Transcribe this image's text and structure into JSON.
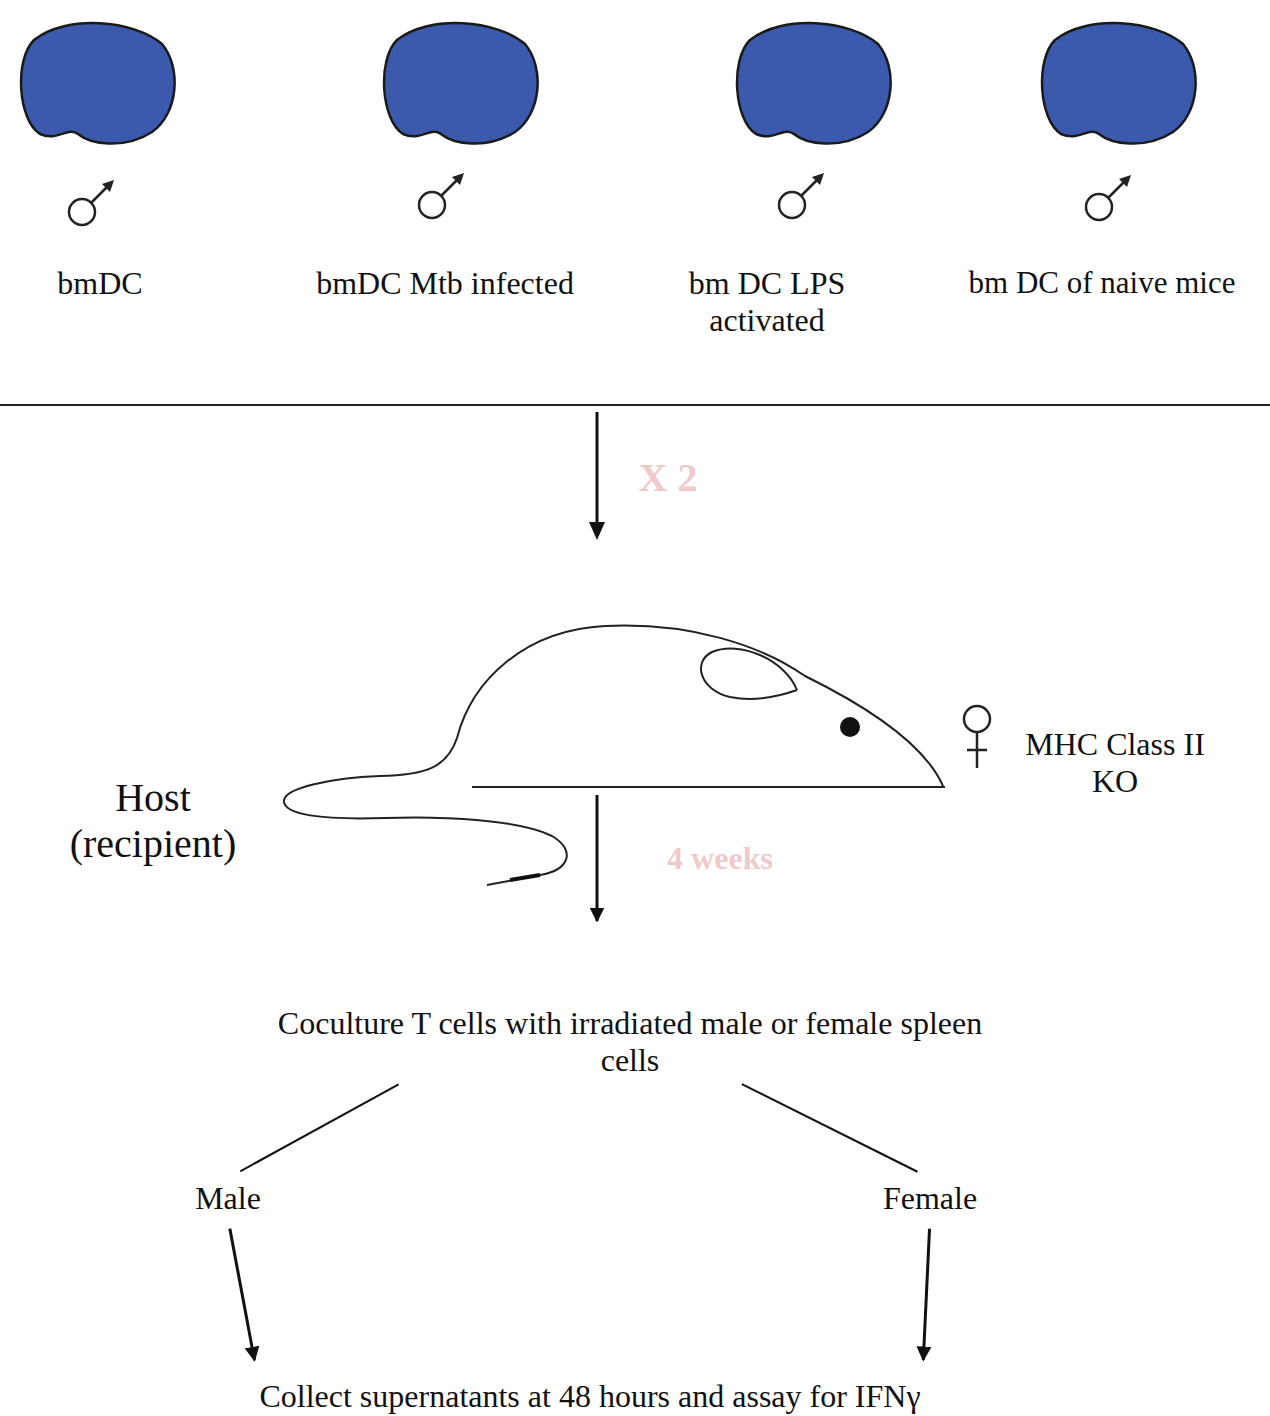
{
  "diagram": {
    "nodes": [
      {
        "text": [
          "bmDC"
        ]
      },
      {
        "text": [
          "bmDC Mtb infected"
        ]
      },
      {
        "text": [
          "bm DC LPS activated"
        ]
      },
      {
        "text": [
          "bm DC of naive mice"
        ]
      },
      {
        "text": [
          "Host (recipient)",
          "MHC Class II KO"
        ]
      },
      {
        "text": [
          "Coculture T cells with irradiated male or female spleen cells"
        ]
      },
      {
        "text": [
          "Male"
        ]
      },
      {
        "text": [
          "Female"
        ]
      },
      {
        "text": [
          "Collect supernatants at 48 hours and assay for IFNγ"
        ]
      }
    ],
    "edges": [
      {
        "from": 4,
        "to": 5,
        "arrow": "to",
        "label": "4 weeks"
      },
      {
        "from": 5,
        "to": 6,
        "arrow": "none"
      },
      {
        "from": 5,
        "to": 7,
        "arrow": "none"
      },
      {
        "from": 6,
        "to": 8,
        "arrow": "to"
      },
      {
        "from": 7,
        "to": 8,
        "arrow": "to"
      }
    ],
    "labels": [
      "X 2"
    ]
  }
}
